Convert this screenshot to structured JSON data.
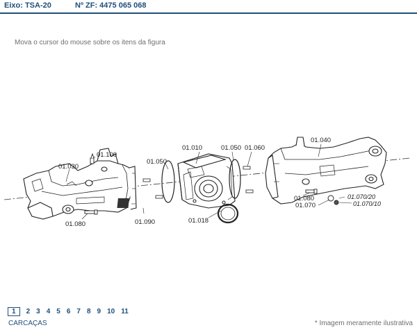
{
  "header": {
    "axle": "Eixo: TSA-20",
    "zf": "Nº ZF: 4475 065 068"
  },
  "instruction": "Mova o cursor do mouse sobre os itens da figura",
  "callouts": {
    "c01030": "01.030",
    "c01100": "01.100",
    "c01080_left": "01.080",
    "c01090": "01.090",
    "c01050_left": "01.050",
    "c01010": "01.010",
    "c01050_right": "01.050",
    "c01060": "01.060",
    "c01018": "01.018",
    "c01040": "01.040",
    "c01080_right": "01.080",
    "c01070": "01.070",
    "c01070_20": "01.070/20",
    "c01070_10": "01.070/10"
  },
  "pagination": {
    "pages": [
      "1",
      "2",
      "3",
      "4",
      "5",
      "6",
      "7",
      "8",
      "9",
      "10",
      "11"
    ],
    "current": "1"
  },
  "section": "CARCAÇAS",
  "note": "* Imagem meramente ilustrativa",
  "colors": {
    "brand": "#1f4e79",
    "muted": "#6e6e6e",
    "linework": "#333333"
  }
}
